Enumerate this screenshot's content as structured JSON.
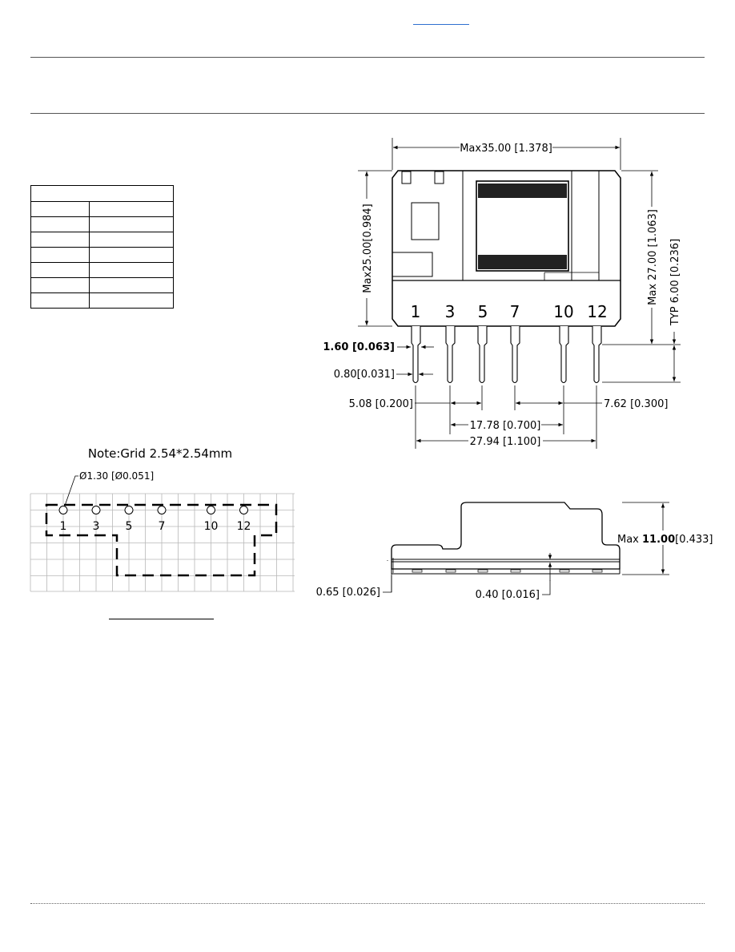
{
  "front_view": {
    "width_dim": "Max35.00 [1.378]",
    "height_dim": "Max25.00[0.984]",
    "total_height_dim": "Max 27.00 [1.063]",
    "pin_length_dim": "TYP 6.00 [0.236]",
    "pin_labels": [
      "1",
      "3",
      "5",
      "7",
      "10",
      "12"
    ],
    "pin_width_dim": "1.60 [0.063]",
    "pin_thickness_dim": "0.80[0.031]",
    "pitch_dim": "5.08 [0.200]",
    "pitch2_dim": "7.62 [0.300]",
    "span1_dim": "17.78 [0.700]",
    "span2_dim": "27.94 [1.100]"
  },
  "footprint": {
    "note": "Note:Grid 2.54*2.54mm",
    "hole_dim": "Ø1.30 [Ø0.051]",
    "pin_labels": [
      "1",
      "3",
      "5",
      "7",
      "10",
      "12"
    ]
  },
  "side_view": {
    "height_dim_prefix": "Max ",
    "height_dim_bold": "11.00",
    "height_dim_suffix": "[0.433]",
    "standoff_dim": "0.65 [0.026]",
    "gap_dim": "0.40 [0.016]"
  },
  "pin_table": {
    "rows": 7
  }
}
